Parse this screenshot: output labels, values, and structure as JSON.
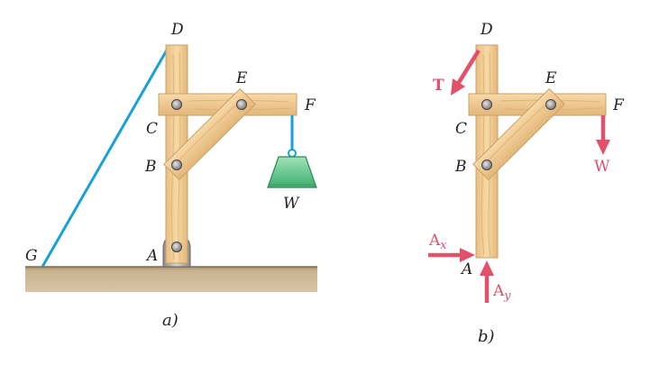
{
  "diagram_a": {
    "caption": "a)",
    "points": {
      "D": "D",
      "E": "E",
      "F": "F",
      "C": "C",
      "B": "B",
      "A": "A",
      "G": "G"
    },
    "weight_label": "W"
  },
  "diagram_b": {
    "caption": "b)",
    "points": {
      "D": "D",
      "E": "E",
      "F": "F",
      "C": "C",
      "B": "B",
      "A": "A"
    },
    "forces": {
      "T": "T",
      "W": "W",
      "Ax": "A",
      "Ax_sub": "x",
      "Ay": "A",
      "Ay_sub": "y"
    }
  },
  "colors": {
    "wood": "#f3cf97",
    "wood_edge": "#caa06a",
    "cable": "#1aa0d8",
    "force": "#e2506a",
    "ground": "#c9b28f",
    "weight": "#6fcf93"
  }
}
